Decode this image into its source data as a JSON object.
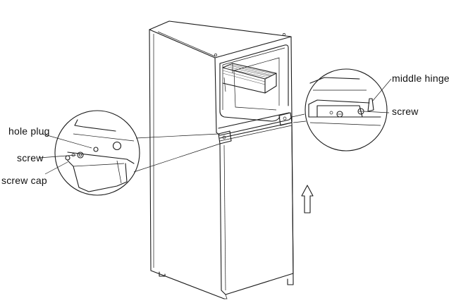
{
  "labels": {
    "hole_plug": "hole plug",
    "screw_left": "screw",
    "screw_cap": "screw cap",
    "middle_hinge": "middle hinge",
    "screw_right": "screw"
  },
  "colors": {
    "line": "#1a1a1a",
    "background": "#ffffff"
  },
  "icons": {
    "direction_arrow": "arrow-up-outline"
  }
}
